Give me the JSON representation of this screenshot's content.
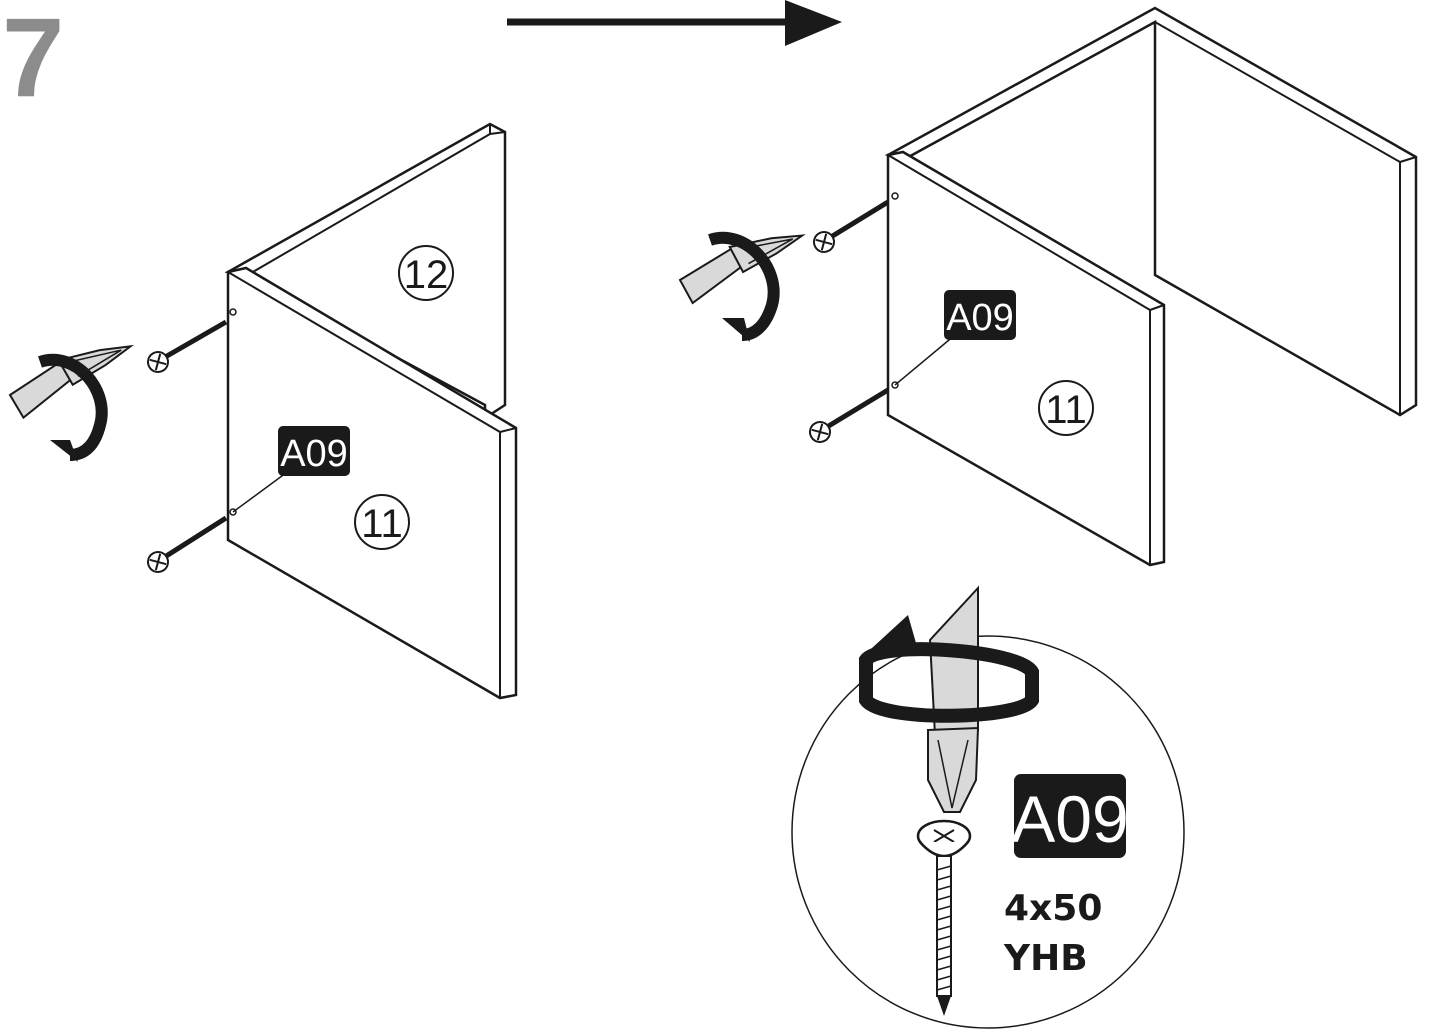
{
  "step": {
    "number": "7"
  },
  "left_assembly": {
    "part_back": "12",
    "part_side": "11",
    "hardware_label": "A09"
  },
  "right_assembly": {
    "part_side": "11",
    "hardware_label": "A09"
  },
  "detail": {
    "hardware_label": "A09",
    "size": "4x50",
    "code": "YHB"
  },
  "colors": {
    "ink": "#1a1a1a",
    "step_number": "#8c8c8c",
    "label_bg": "#1a1a1a",
    "label_text": "#ffffff",
    "blade": "#d9d9d9"
  }
}
